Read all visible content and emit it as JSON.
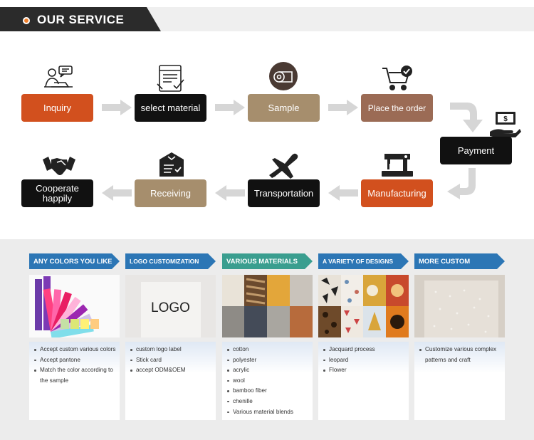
{
  "header": {
    "title": "OUR SERVICE"
  },
  "process": {
    "steps": [
      {
        "label": "Inquiry",
        "icon": "person-at-laptop-icon"
      },
      {
        "label": "select material",
        "icon": "document-checklist-icon"
      },
      {
        "label": "Sample",
        "icon": "fabric-roll-icon"
      },
      {
        "label": "Place the order",
        "icon": "shopping-cart-check-icon"
      },
      {
        "label": "Payment",
        "icon": "hand-money-icon"
      },
      {
        "label": "Manufacturing",
        "icon": "sewing-machine-icon"
      },
      {
        "label": "Transportation",
        "icon": "airplane-icon"
      },
      {
        "label": "Receiving",
        "icon": "delivery-box-icon"
      },
      {
        "label": "Cooperate happily",
        "icon": "handshake-icon"
      }
    ]
  },
  "services": [
    {
      "title": "ANY COLORS YOU LIKE",
      "color": "#2c76b5",
      "image_text": "",
      "items": [
        "Accept custom various colors",
        "Accept pantone",
        "Match the color according to the sample"
      ]
    },
    {
      "title": "LOGO CUSTOMIZATION",
      "color": "#2c76b5",
      "image_text": "LOGO",
      "items": [
        "custom logo label",
        "Stick  card",
        "accept ODM&OEM"
      ]
    },
    {
      "title": "VARIOUS MATERIALS",
      "color": "#3a9e8f",
      "image_text": "",
      "items": [
        "cotton",
        "polyester",
        "acrylic",
        "wool",
        "bamboo fiber",
        "chenille",
        "Various material blends"
      ]
    },
    {
      "title": "A VARIETY OF DESIGNS",
      "color": "#2c76b5",
      "image_text": "",
      "items": [
        "Jacquard process",
        "leopard",
        "Flower"
      ]
    },
    {
      "title": "MORE CUSTOM",
      "color": "#2c76b5",
      "image_text": "",
      "items": [
        "Customize various complex patterns and craft"
      ]
    }
  ]
}
